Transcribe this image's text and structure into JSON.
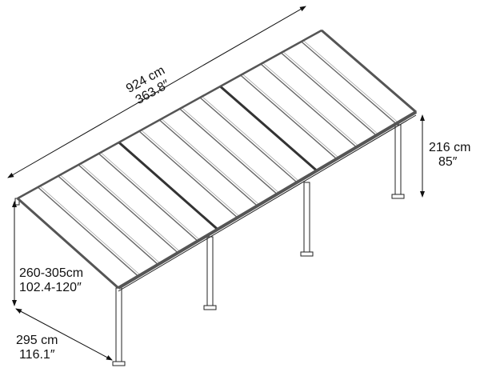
{
  "dimensions": {
    "length": {
      "metric": "924 cm",
      "imperial": "363.8″"
    },
    "height_back": {
      "metric": "216 cm",
      "imperial": "85″"
    },
    "height_front": {
      "metric": "260-305cm",
      "imperial": "102.4-120″"
    },
    "depth": {
      "metric": "295 cm",
      "imperial": "116.1″"
    }
  },
  "roof": {
    "sections": 3,
    "panels_per_section": 5
  },
  "colors": {
    "frame": "#555555",
    "panel": "#ffffff",
    "line": "#222222"
  }
}
